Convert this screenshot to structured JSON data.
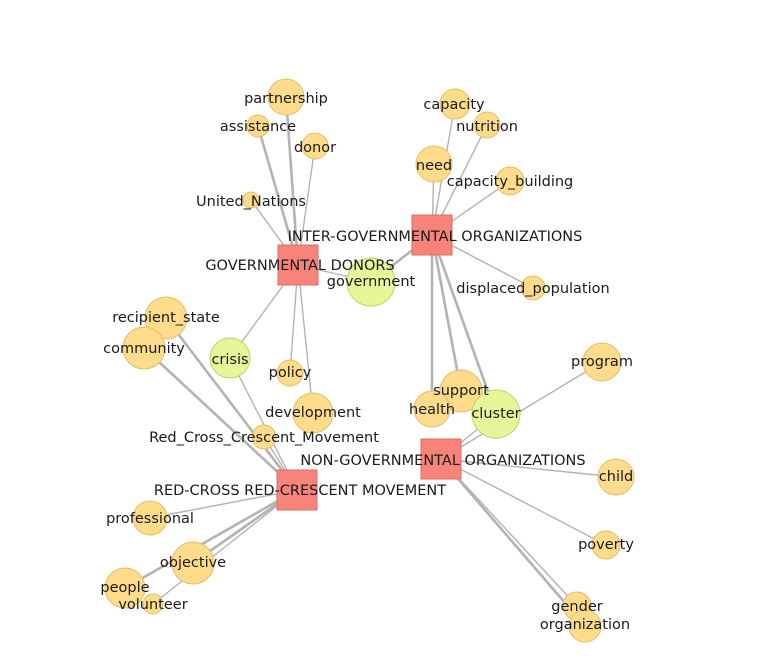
{
  "colors": {
    "hub_fill": "#f8837a",
    "hub_stroke": "#d96e66",
    "term_fill": "#fedc8c",
    "term_stroke": "#e3bd6a",
    "shared_fill": "#e6f799",
    "shared_stroke": "#c2d070",
    "edge": "#b3b3b3"
  },
  "nodes": [
    {
      "id": "igo",
      "label": "INTER-GOVERNMENTAL ORGANIZATIONS",
      "kind": "hub"
    },
    {
      "id": "gd",
      "label": "GOVERNMENTAL DONORS",
      "kind": "hub"
    },
    {
      "id": "ngo",
      "label": "NON-GOVERNMENTAL ORGANIZATIONS",
      "kind": "hub"
    },
    {
      "id": "rc",
      "label": "RED-CROSS RED-CRESCENT MOVEMENT",
      "kind": "hub"
    },
    {
      "id": "partnership",
      "label": "partnership",
      "kind": "term"
    },
    {
      "id": "assistance",
      "label": "assistance",
      "kind": "term"
    },
    {
      "id": "donor",
      "label": "donor",
      "kind": "term"
    },
    {
      "id": "un",
      "label": "United_Nations",
      "kind": "term"
    },
    {
      "id": "capacity",
      "label": "capacity",
      "kind": "term"
    },
    {
      "id": "nutrition",
      "label": "nutrition",
      "kind": "term"
    },
    {
      "id": "need",
      "label": "need",
      "kind": "term"
    },
    {
      "id": "capb",
      "label": "capacity_building",
      "kind": "term"
    },
    {
      "id": "government",
      "label": "government",
      "kind": "shared"
    },
    {
      "id": "displaced",
      "label": "displaced_population",
      "kind": "term"
    },
    {
      "id": "recipient",
      "label": "recipient_state",
      "kind": "term"
    },
    {
      "id": "community",
      "label": "community",
      "kind": "term"
    },
    {
      "id": "crisis",
      "label": "crisis",
      "kind": "shared"
    },
    {
      "id": "policy",
      "label": "policy",
      "kind": "term"
    },
    {
      "id": "program",
      "label": "program",
      "kind": "term"
    },
    {
      "id": "support",
      "label": "support",
      "kind": "term"
    },
    {
      "id": "health",
      "label": "health",
      "kind": "term"
    },
    {
      "id": "cluster",
      "label": "cluster",
      "kind": "shared"
    },
    {
      "id": "development",
      "label": "development",
      "kind": "term"
    },
    {
      "id": "rccm",
      "label": "Red_Cross_Crescent_Movement",
      "kind": "term"
    },
    {
      "id": "child",
      "label": "child",
      "kind": "term"
    },
    {
      "id": "professional",
      "label": "professional",
      "kind": "term"
    },
    {
      "id": "objective",
      "label": "objective",
      "kind": "term"
    },
    {
      "id": "people",
      "label": "people",
      "kind": "term"
    },
    {
      "id": "volunteer",
      "label": "volunteer",
      "kind": "term"
    },
    {
      "id": "poverty",
      "label": "poverty",
      "kind": "term"
    },
    {
      "id": "gender",
      "label": "gender",
      "kind": "term"
    },
    {
      "id": "organization",
      "label": "organization",
      "kind": "term"
    }
  ],
  "edges": [
    [
      "gd",
      "partnership"
    ],
    [
      "gd",
      "assistance"
    ],
    [
      "gd",
      "donor"
    ],
    [
      "gd",
      "un"
    ],
    [
      "gd",
      "government"
    ],
    [
      "gd",
      "crisis"
    ],
    [
      "gd",
      "policy"
    ],
    [
      "gd",
      "development"
    ],
    [
      "igo",
      "capacity"
    ],
    [
      "igo",
      "nutrition"
    ],
    [
      "igo",
      "need"
    ],
    [
      "igo",
      "capb"
    ],
    [
      "igo",
      "government"
    ],
    [
      "igo",
      "displaced"
    ],
    [
      "igo",
      "support"
    ],
    [
      "igo",
      "health"
    ],
    [
      "igo",
      "cluster"
    ],
    [
      "rc",
      "recipient"
    ],
    [
      "rc",
      "community"
    ],
    [
      "rc",
      "crisis"
    ],
    [
      "rc",
      "rccm"
    ],
    [
      "rc",
      "professional"
    ],
    [
      "rc",
      "objective"
    ],
    [
      "rc",
      "people"
    ],
    [
      "rc",
      "volunteer"
    ],
    [
      "ngo",
      "program"
    ],
    [
      "ngo",
      "cluster"
    ],
    [
      "ngo",
      "child"
    ],
    [
      "ngo",
      "poverty"
    ],
    [
      "ngo",
      "gender"
    ],
    [
      "ngo",
      "organization"
    ]
  ]
}
